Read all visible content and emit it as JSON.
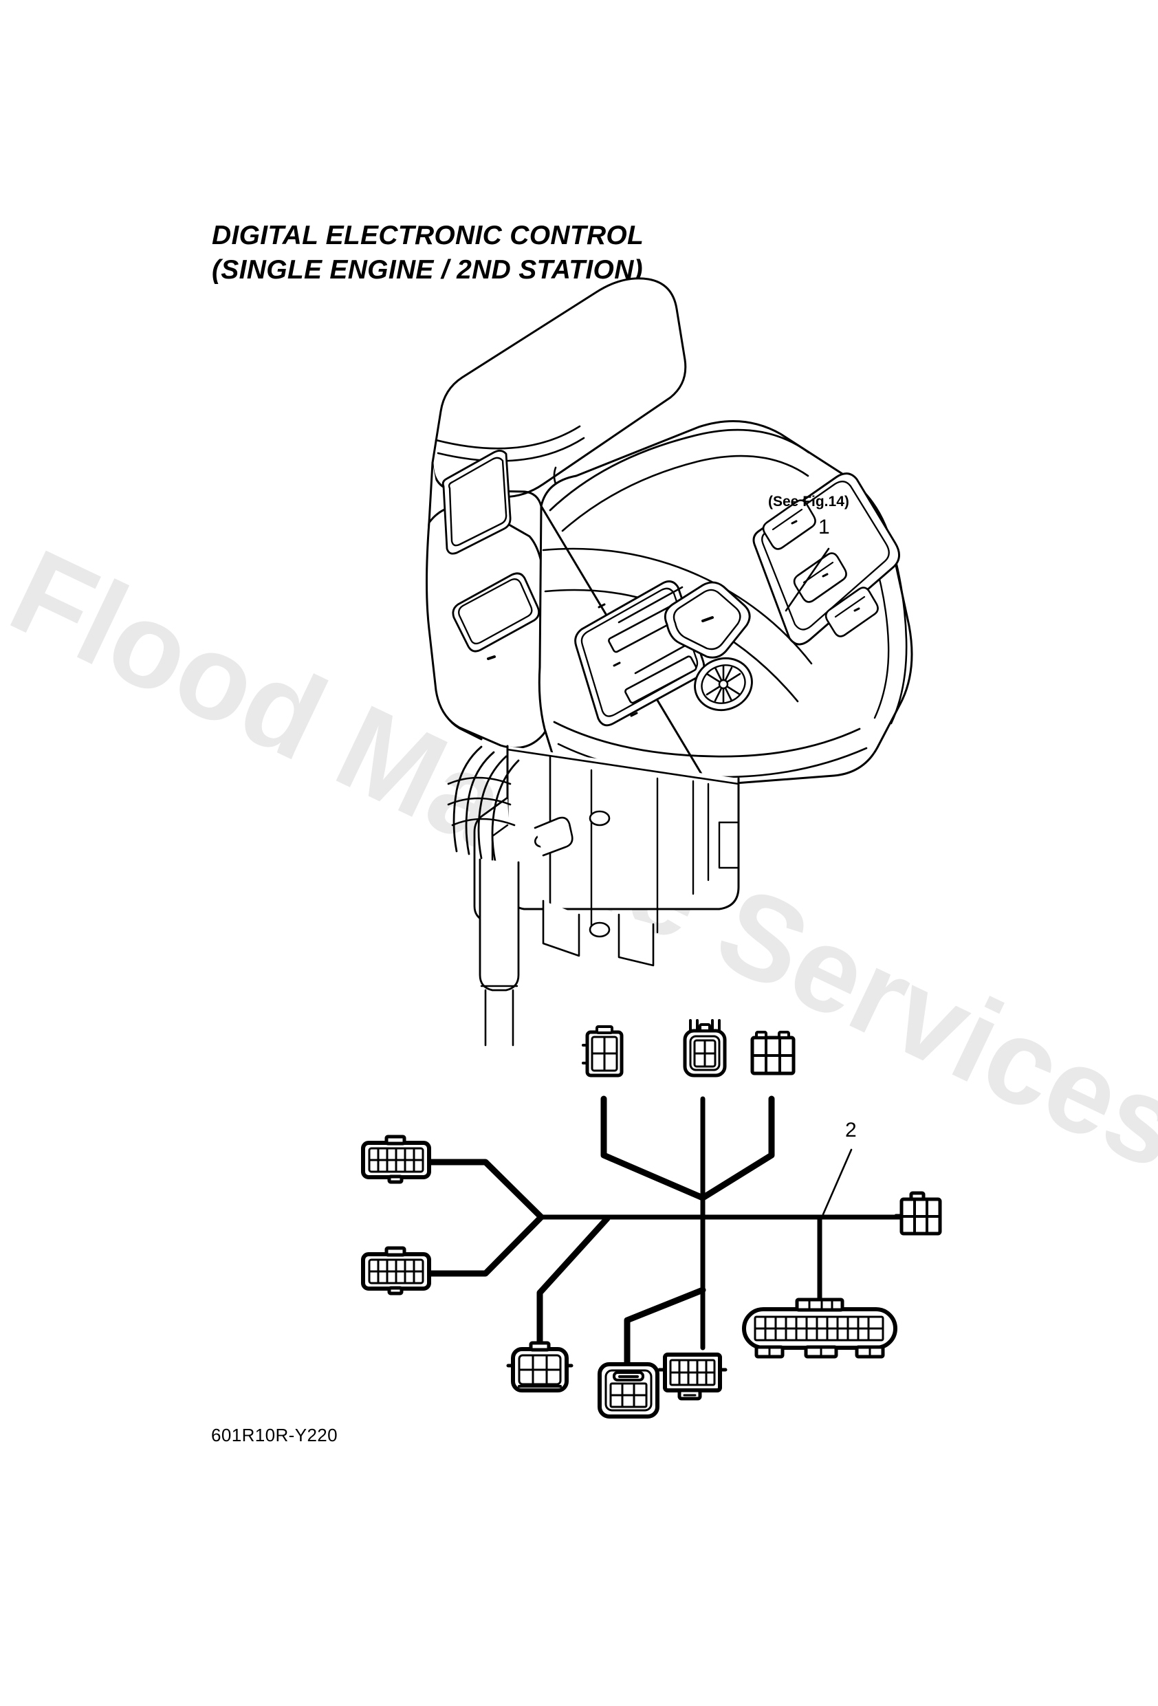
{
  "document": {
    "title_line_1": "DIGITAL ELECTRONIC CONTROL",
    "title_line_2": "(SINGLE ENGINE / 2ND STATION)",
    "drawing_number": "601R10R-Y220",
    "watermark": "Flood Marine Services",
    "background_color": "#ffffff",
    "line_color": "#000000",
    "watermark_color": "#e9e9e9"
  },
  "annotations": {
    "see_figure_note": "(See Fig.14)",
    "callouts": [
      {
        "number": "1",
        "target": "control-head-assembly"
      },
      {
        "number": "2",
        "target": "wire-harness-assembly"
      }
    ]
  },
  "figures": {
    "control_head": {
      "name": "digital-electronic-control-head",
      "description": "Binnacle mount single lever electronic control head with side buttons"
    },
    "wire_harness": {
      "name": "wire-harness-assembly",
      "description": "Branching wiring harness with multi-pin connectors",
      "connectors": [
        {
          "id": "conn-top-left",
          "pins": "4",
          "shape": "square-locked"
        },
        {
          "id": "conn-top-center",
          "pins": "4",
          "shape": "rounded-latched"
        },
        {
          "id": "conn-top-right",
          "pins": "6",
          "shape": "square"
        },
        {
          "id": "conn-left-upper",
          "pins": "12",
          "shape": "rectangular-latched"
        },
        {
          "id": "conn-left-lower",
          "pins": "12",
          "shape": "rectangular-latched"
        },
        {
          "id": "conn-bottom-left",
          "pins": "8",
          "shape": "rounded-latched"
        },
        {
          "id": "conn-bottom-mid",
          "pins": "12",
          "shape": "rounded-latched"
        },
        {
          "id": "conn-bottom-right",
          "pins": "10",
          "shape": "rectangular-latched"
        },
        {
          "id": "conn-right-small",
          "pins": "6",
          "shape": "square"
        },
        {
          "id": "conn-multipin-24",
          "pins": "24",
          "shape": "rounded-wide"
        }
      ]
    }
  }
}
